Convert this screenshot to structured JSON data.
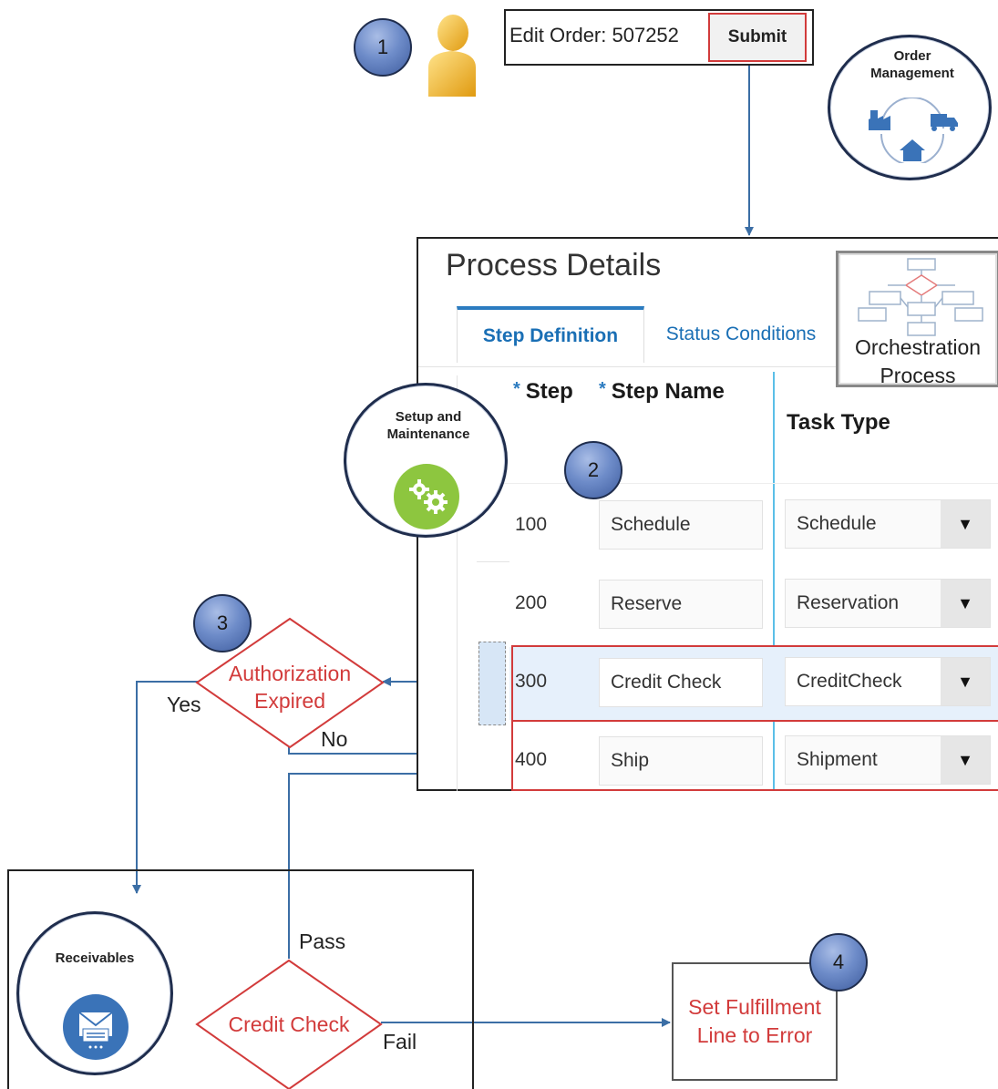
{
  "edit_order": {
    "label": "Edit Order: 507252",
    "submit": "Submit"
  },
  "bubbles": {
    "one": "1",
    "two": "2",
    "three": "3",
    "four": "4"
  },
  "badges": {
    "order_management": "Order Management",
    "setup_maintenance": "Setup and Maintenance",
    "receivables": "Receivables"
  },
  "process": {
    "title": "Process Details",
    "tabs": [
      "Step Definition",
      "Status Conditions"
    ],
    "orchestration_label": "Orchestration Process",
    "columns": {
      "required_mark": "*",
      "step": "Step",
      "step_name": "Step Name",
      "task_type": "Task Type"
    },
    "rows": [
      {
        "step": "100",
        "name": "Schedule",
        "task": "Schedule"
      },
      {
        "step": "200",
        "name": "Reserve",
        "task": "Reservation"
      },
      {
        "step": "300",
        "name": "Credit Check",
        "task": "CreditCheck"
      },
      {
        "step": "400",
        "name": "Ship",
        "task": "Shipment"
      }
    ]
  },
  "flow": {
    "authorization": "Authorization Expired",
    "yes": "Yes",
    "no": "No",
    "credit_check": "Credit Check",
    "pass": "Pass",
    "fail": "Fail",
    "fulfillment": "Set Fulfillment Line to Error"
  },
  "colors": {
    "accent_red": "#d23b3b",
    "accent_blue": "#2b7bc0",
    "line_blue": "#3b6ea5",
    "bubble_blue": "#6e8cc9"
  }
}
